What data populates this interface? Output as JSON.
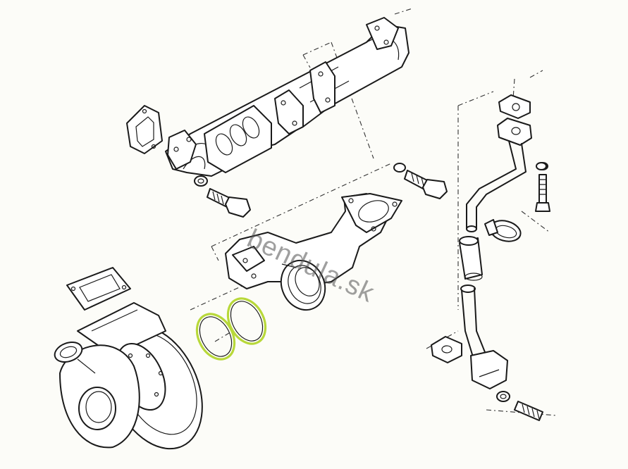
{
  "watermark": {
    "text": "bendula.sk"
  },
  "colors": {
    "line": "#1a1a1a",
    "highlight": "#b8d83a",
    "paper": "#fcfcf8"
  },
  "parts": [
    {
      "id": "exhaust-manifold"
    },
    {
      "id": "manifold-gasket"
    },
    {
      "id": "manifold-bolt"
    },
    {
      "id": "elbow-pipe"
    },
    {
      "id": "elbow-bolt"
    },
    {
      "id": "seal-ring-1",
      "highlighted": true
    },
    {
      "id": "seal-ring-2",
      "highlighted": true
    },
    {
      "id": "turbocharger"
    },
    {
      "id": "turbo-gasket"
    },
    {
      "id": "oil-pipe"
    },
    {
      "id": "hose-clamp"
    },
    {
      "id": "rubber-hose"
    },
    {
      "id": "drain-pipe"
    },
    {
      "id": "drain-bolt"
    }
  ]
}
